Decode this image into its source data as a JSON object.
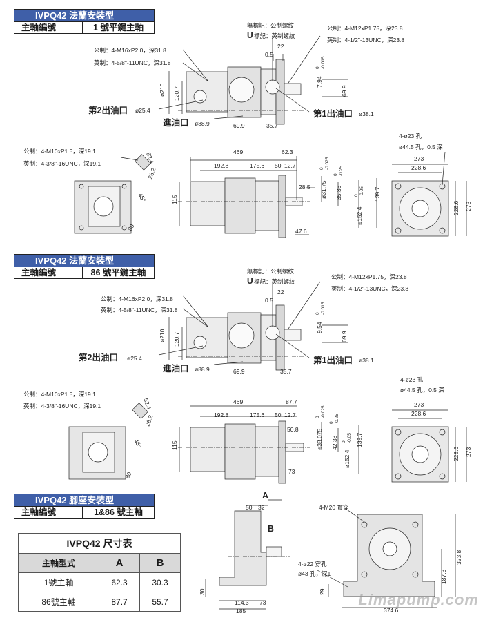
{
  "sections": [
    {
      "title": "IVPQ42 法蘭安裝型",
      "key_label": "主軸編號",
      "key_value": "1 號平鍵主軸",
      "notes": {
        "blank_mark": "無標記：公制螺紋",
        "u_mark": "U",
        "u_text": "標記：英制螺紋",
        "metric_top": "公制：4-M12xP1.75，深23.8",
        "inch_top": "英制：4-1/2\"-13UNC，深23.8",
        "metric_left": "公制：4-M16xP2.0，深31.8",
        "inch_left": "英制：4-5/8\"-11UNC，深31.8",
        "port2": "第2出油口",
        "port2_d": "ø25.4",
        "inlet": "進油口",
        "inlet_d": "ø88.9",
        "port1": "第1出油口",
        "port1_d": "ø38.1",
        "metric_small": "公制：4-M10xP1.5，深19.1",
        "inch_small": "英制：4-3/8\"-16UNC，深19.1",
        "holes": "4-ø23 孔",
        "spot": "ø44.5 孔，0.5 深"
      },
      "dims": {
        "d22": "22",
        "d05": "0.5",
        "d210": "ø210",
        "d1207": "120.7",
        "d699": "69.9",
        "d357": "35.7",
        "d794": "7.94",
        "tol_a": "0",
        "tol_b": "-0.015",
        "d699b": "69.9",
        "d524": "52.4",
        "d262": "26.2",
        "d45": "45°",
        "d80": "80",
        "d469": "469",
        "d623": "62.3",
        "d1928": "192.8",
        "d1756": "175.6",
        "d50": "50",
        "d127": "12.7",
        "d285": "28.5",
        "d3175": "ø31.75",
        "t1a": "0",
        "t1b": "-0.025",
        "d3536": "35.36",
        "t2a": "0",
        "t2b": "-0.25",
        "d1397": "139.7",
        "d1524": "ø152.4",
        "t3a": "0",
        "t3b": "-0.05",
        "d115": "115",
        "d476": "47.6",
        "d273": "273",
        "d2286": "228.6",
        "d2286v": "228.6",
        "d273v": "273"
      }
    },
    {
      "title": "IVPQ42 法蘭安裝型",
      "key_label": "主軸編號",
      "key_value": "86 號平鍵主軸",
      "dims": {
        "d954": "9.54",
        "d623": "87.7",
        "d508": "50.8",
        "d3175": "ø38.075",
        "t1b": "-0.025",
        "d3536": "42.38",
        "d476": "73"
      }
    },
    {
      "title": "IVPQ42 腳座安裝型",
      "key_label": "主軸編號",
      "key_value": "1&86 號主軸",
      "dims": {
        "A": "A",
        "B": "B",
        "d50": "50",
        "d32": "32",
        "d30": "30",
        "d1143": "114.3",
        "d73": "73",
        "d185": "185",
        "m20": "4-M20 貫穿",
        "d22h": "4-ø22 穿孔",
        "d43": "ø43 孔，深1",
        "d29": "29",
        "d3746": "374.6",
        "d1873": "187.3",
        "d3238": "323.8"
      }
    }
  ],
  "table": {
    "title": "IVPQ42 尺寸表",
    "headers": [
      "主軸型式",
      "A",
      "B"
    ],
    "rows": [
      [
        "1號主軸",
        "62.3",
        "30.3"
      ],
      [
        "86號主軸",
        "87.7",
        "55.7"
      ]
    ]
  },
  "watermark": "Limapump.com"
}
